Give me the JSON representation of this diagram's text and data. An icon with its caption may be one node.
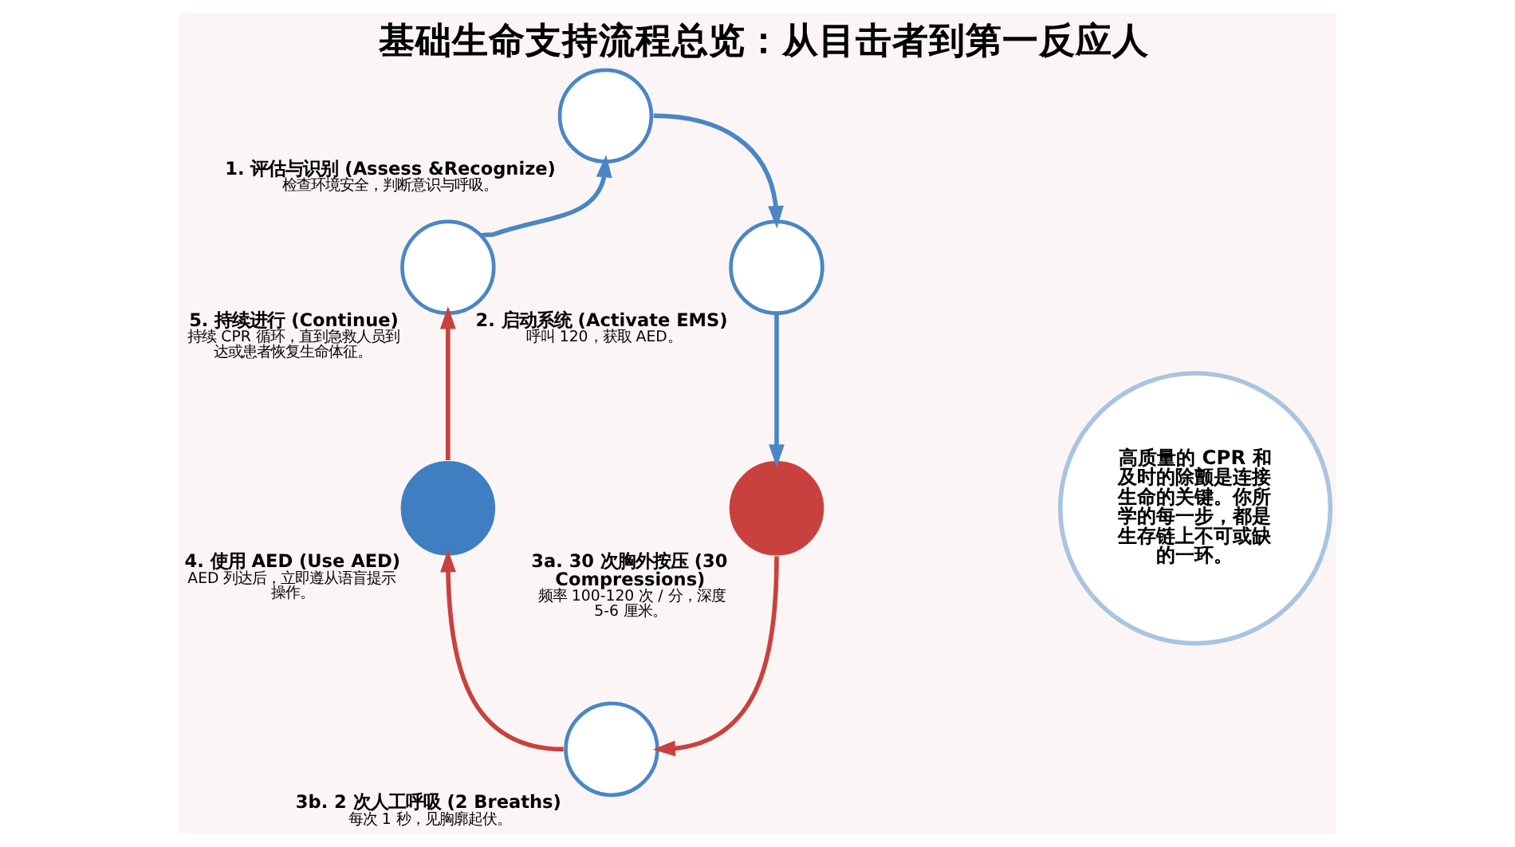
{
  "diagram": {
    "title": "基础生命支持流程总览：从目击者到第一反应人",
    "nodes": [
      {
        "text": [],
        "shape": "circle",
        "beside": [
          "1. 评估与识别 (Assess &Recognize)",
          "检查环境安全，判断意识与呼吸。"
        ]
      },
      {
        "text": [],
        "shape": "circle",
        "beside": [
          "5. 持续进行 (Continue)",
          "持续 CPR 循环，直到急救人员到达或患者恢复生命体征。"
        ]
      },
      {
        "text": [],
        "shape": "circle",
        "beside": [
          "2. 启动系统 (Activate EMS)",
          "呼叫 120，获取 AED。"
        ]
      },
      {
        "text": [
          "高质量的 CPR 和及时的除颤是连接生命的关键。你所学的每一步，都是生存链上不可或缺的一环。"
        ]
      },
      {
        "text": [],
        "shape": "circle",
        "beside": [
          "3a. 30 次胸外按压 (30 Compressions)",
          "频率 100-120 次 / 分，深度 5-6 厘米。"
        ]
      },
      {
        "text": [],
        "shape": "circle",
        "beside": [
          "4. 使用 AED (Use AED)",
          "AED 列达后，立即遵从语盲提示操作。"
        ]
      },
      {
        "text": [],
        "shape": "circle",
        "beside": [
          "3b. 2 次人工呼吸 (2 Breaths)",
          "每次 1 秒，见胸廓起伏。"
        ]
      }
    ],
    "edges": [
      {
        "from": 0,
        "to": 2,
        "arrow": "to",
        "color": "#4a86c5"
      },
      {
        "from": 2,
        "to": 4,
        "arrow": "to",
        "color": "#4a86c5"
      },
      {
        "from": 4,
        "to": 6,
        "arrow": "to",
        "color": "#c9413f"
      },
      {
        "from": 6,
        "to": 5,
        "arrow": "to",
        "color": "#c9413f"
      },
      {
        "from": 5,
        "to": 1,
        "arrow": "to",
        "color": "#c9413f"
      },
      {
        "from": 1,
        "to": 0,
        "arrow": "to",
        "color": "#4a86c5"
      }
    ]
  }
}
